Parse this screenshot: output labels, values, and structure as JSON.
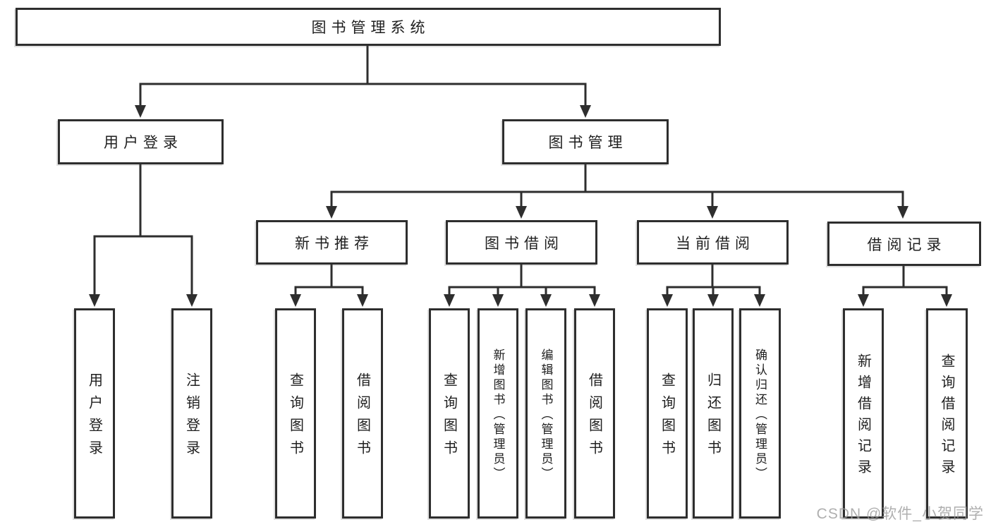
{
  "diagram": {
    "root": {
      "label": "图书管理系统"
    },
    "level2": [
      {
        "label": "用户登录"
      },
      {
        "label": "图书管理"
      }
    ],
    "level3": [
      {
        "label": "新书推荐"
      },
      {
        "label": "图书借阅"
      },
      {
        "label": "当前借阅"
      },
      {
        "label": "借阅记录"
      }
    ],
    "leaves": {
      "user": [
        "用户登录",
        "注销登录"
      ],
      "recommend": [
        "查询图书",
        "借阅图书"
      ],
      "borrow": [
        "查询图书",
        "新增图书（管理员）",
        "编辑图书（管理员）",
        "借阅图书"
      ],
      "current": [
        "查询图书",
        "归还图书",
        "确认归还（管理员）"
      ],
      "records": [
        "新增借阅记录",
        "查询借阅记录"
      ]
    }
  },
  "watermark": {
    "text": "CSDN @软件_小贺同学"
  },
  "colors": {
    "line": "#2e2e2e",
    "text": "#1f1f1f",
    "box_background": "#ffffff",
    "watermark": "#9c9c9c",
    "background": "#ffffff"
  }
}
